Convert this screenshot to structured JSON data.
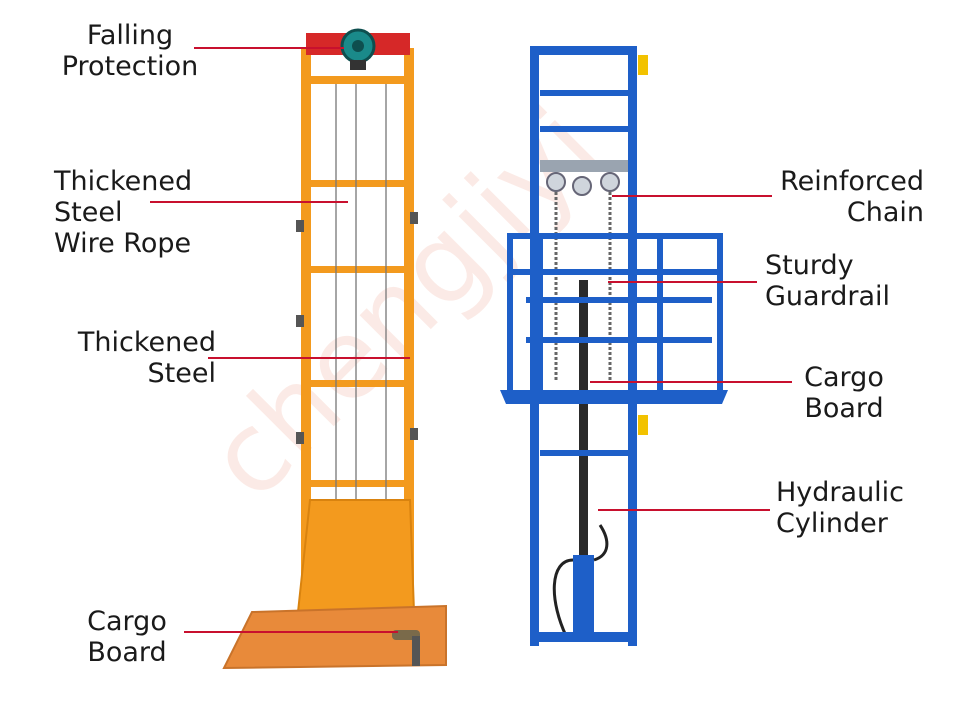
{
  "left_lift": {
    "color": "#F39A1E",
    "labels": {
      "falling_protection": "Falling\nProtection",
      "wire_rope": "Thickened\nSteel\nWire Rope",
      "thickened_steel": "Thickened\nSteel",
      "cargo_board": "Cargo\nBoard"
    }
  },
  "right_lift": {
    "color": "#1E5FC8",
    "labels": {
      "reinforced_chain": "Reinforced\nChain",
      "guardrail": "Sturdy\nGuardrail",
      "cargo_board": "Cargo\nBoard",
      "hydraulic_cylinder": "Hydraulic\nCylinder"
    }
  },
  "leader_color": "#C8102E",
  "watermark": "chengji yi"
}
